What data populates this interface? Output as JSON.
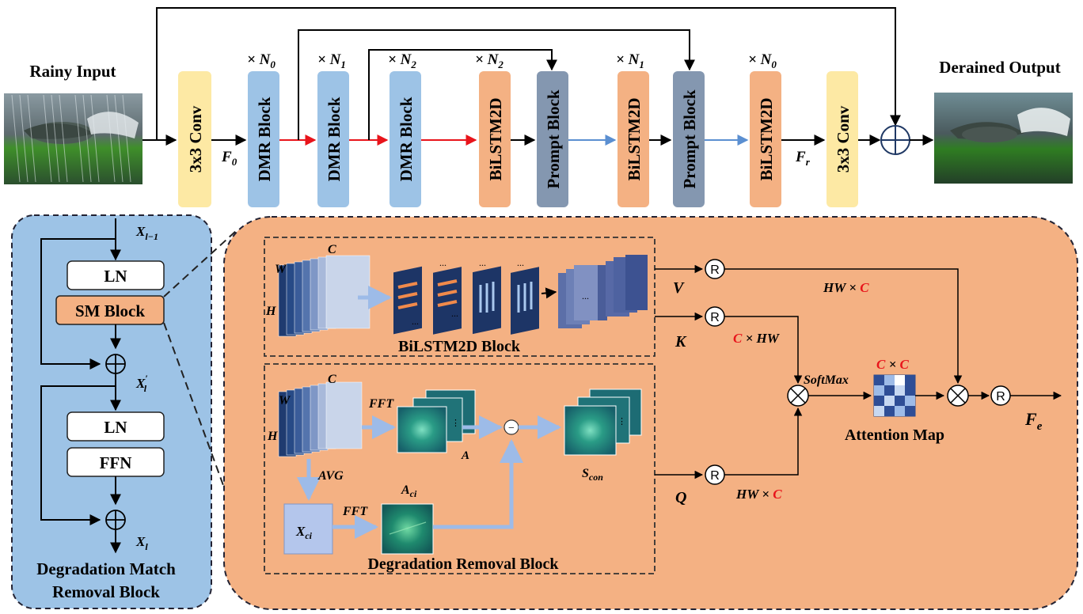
{
  "pipeline": {
    "input_label": "Rainy Input",
    "output_label": "Derained Output",
    "blocks": [
      {
        "label": "3x3 Conv",
        "kind": "conv",
        "mult": ""
      },
      {
        "label": "DMR Block",
        "kind": "dmr",
        "mult": "× N0"
      },
      {
        "label": "DMR Block",
        "kind": "dmr",
        "mult": "× N1"
      },
      {
        "label": "DMR Block",
        "kind": "dmr",
        "mult": "× N2"
      },
      {
        "label": "BiLSTM2D",
        "kind": "bilstm",
        "mult": "× N2"
      },
      {
        "label": "Prompt Block",
        "kind": "prompt",
        "mult": ""
      },
      {
        "label": "BiLSTM2D",
        "kind": "bilstm",
        "mult": "× N1"
      },
      {
        "label": "Prompt Block",
        "kind": "prompt",
        "mult": ""
      },
      {
        "label": "BiLSTM2D",
        "kind": "bilstm",
        "mult": "× N0"
      },
      {
        "label": "3x3 Conv",
        "kind": "conv",
        "mult": ""
      }
    ],
    "f0_label": "F0",
    "fr_label": "Fr"
  },
  "dmr_panel": {
    "title_line1": "Degradation Match",
    "title_line2": "Removal Block",
    "ln1": "LN",
    "sm_block": "SM Block",
    "ln2": "LN",
    "ffn": "FFN",
    "x_in": "Xl−1",
    "x_mid": "X′l",
    "x_out": "Xl"
  },
  "sm_panel": {
    "bilstm_title": "BiLSTM2D Block",
    "drb_title": "Degradation Removal Block",
    "dim_c": "C",
    "dim_w": "W",
    "dim_h": "H",
    "fft": "FFT",
    "avg": "AVG",
    "a_label": "A",
    "aci_label": "Aci",
    "xci_label": "Xci",
    "scon_label": "Scon",
    "dots": "...",
    "v": "V",
    "k": "K",
    "q": "Q",
    "r": "R",
    "minus": "−",
    "hw_c_top_prefix": "HW × ",
    "hw_c_top_c": "C",
    "c_hw_prefix": "C",
    "c_hw_suffix": " × HW",
    "hw_c_bottom_prefix": "HW × ",
    "hw_c_bottom_c": "C",
    "softmax": "SoftMax",
    "cxc_c1": "C",
    "cxc_x": " × ",
    "cxc_c2": "C",
    "attention_map": "Attention Map",
    "fe": "Fe"
  },
  "colors": {
    "conv": "#fde9a4",
    "dmr": "#9dc3e6",
    "bilstm": "#f4b183",
    "prompt": "#8497b0",
    "dmr_panel_bg": "#9dc3e6",
    "sm_panel_bg": "#f4b183",
    "red_arrow": "#e8141b",
    "blue_arrow": "#5b8fd1",
    "accent_red": "#e8141b"
  }
}
